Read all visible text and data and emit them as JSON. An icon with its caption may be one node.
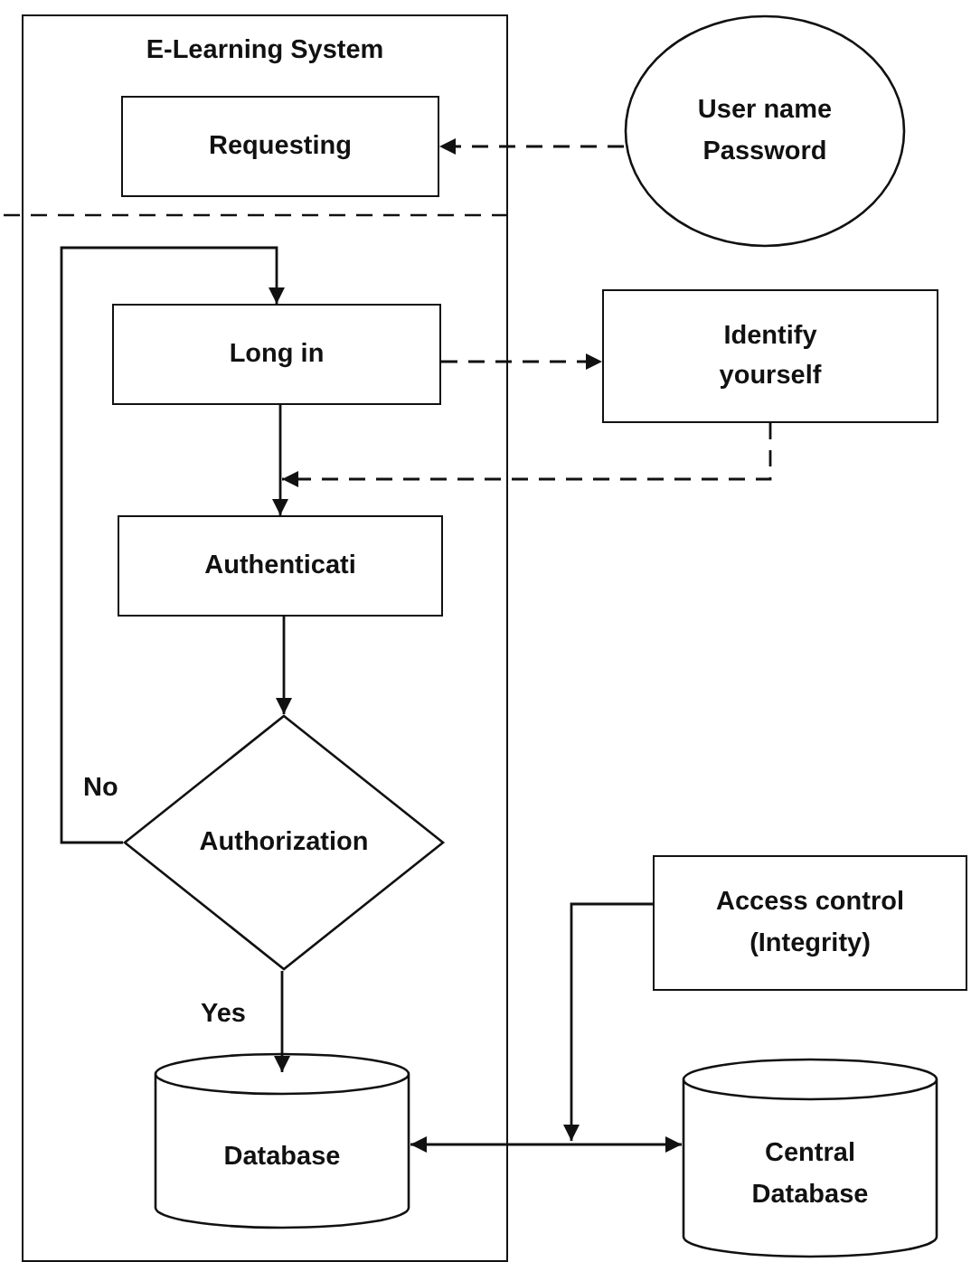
{
  "diagram": {
    "nodes": [
      {
        "text": [
          "E-Learning System"
        ]
      },
      {
        "text": [
          "Requesting"
        ],
        "in": 0
      },
      {
        "text": [
          "User name Password"
        ]
      },
      {
        "text": [
          "Long in"
        ],
        "in": 0
      },
      {
        "text": [
          "Identify yourself"
        ]
      },
      {
        "text": [
          "Authenticati"
        ],
        "in": 0
      },
      {
        "text": [
          "Authorization"
        ],
        "in": 0
      },
      {
        "text": [
          "Database"
        ],
        "in": 0
      },
      {
        "text": [
          "Access control (Integrity)"
        ]
      },
      {
        "text": [
          "Central Database"
        ]
      }
    ],
    "edges": [
      {
        "from": 2,
        "to": 1,
        "arrow": "to",
        "style": "dashed"
      },
      {
        "from": 3,
        "to": 4,
        "arrow": "to",
        "style": "dashed"
      },
      {
        "from": 4,
        "to": 5,
        "arrow": "to",
        "style": "dashed"
      },
      {
        "from": 3,
        "to": 5,
        "arrow": "to"
      },
      {
        "from": 5,
        "to": 6,
        "arrow": "to"
      },
      {
        "from": 6,
        "to": 3,
        "arrow": "to",
        "label": "No"
      },
      {
        "from": 6,
        "to": 7,
        "arrow": "to",
        "label": "Yes"
      },
      {
        "from": 7,
        "to": 9,
        "arrow": "both"
      },
      {
        "from": 8,
        "to": null,
        "arrow": "to"
      }
    ]
  }
}
